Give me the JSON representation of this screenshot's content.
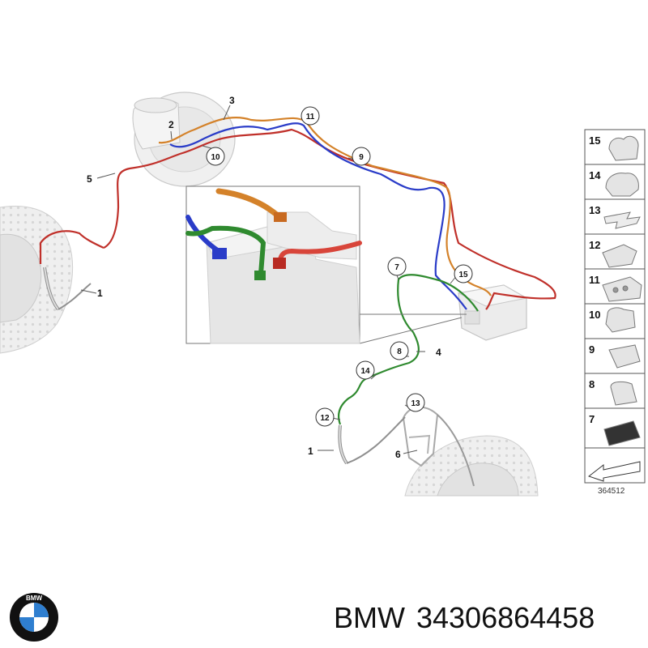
{
  "diagram": {
    "callouts": {
      "c1a": "1",
      "c1b": "1",
      "c2": "2",
      "c3": "3",
      "c4": "4",
      "c5": "5",
      "c6": "6",
      "c7": "7",
      "c8": "8",
      "c9": "9",
      "c10": "10",
      "c11": "11",
      "c12": "12",
      "c13": "13",
      "c14": "14",
      "c15": "15"
    },
    "legend": [
      "15",
      "14",
      "13",
      "12",
      "11",
      "10",
      "9",
      "8",
      "7"
    ],
    "reference_number": "364512",
    "line_colors": {
      "red": "#c0302a",
      "blue": "#2a3cc8",
      "green": "#2f8a2f",
      "orange": "#d4822a"
    }
  },
  "footer": {
    "brand": "BMW",
    "part_number": "34306864458",
    "logo_letters": "BMW",
    "logo_colors": {
      "ring": "#111111",
      "blue": "#2f7fd0",
      "white": "#ffffff"
    }
  }
}
